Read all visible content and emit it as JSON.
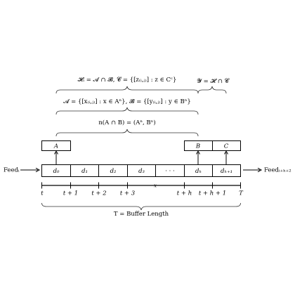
{
  "formulas": {
    "h_def": "𝓗ᵢ = 𝓐 ∩ 𝓑, 𝓒 = {[z₍ᵢ,ⱼ₎] : z ∈ Cᶜ}",
    "y_def": "𝓨 = 𝓗 ∩ 𝓒",
    "a_b_def": "𝓐 = {[x₍ᵢ,ⱼ₎] : x ∈ Aⁿ}, 𝓑 = {[y₍ᵢ,ⱼ₎] : y ∈ Bⁿ}",
    "n_def": "n(A ∩ B) = (Aⁿ, Bⁿ)"
  },
  "sets": {
    "a": "A",
    "b": "B",
    "c": "C"
  },
  "feed_in": "Feedᵢ",
  "feed_out": "Feedᵢ₊ₕ₊₂",
  "cells": [
    "d₀",
    "d₁",
    "d₂",
    "d₃",
    "· · ·",
    "dₕ",
    "dₕ₊₁"
  ],
  "ticks": [
    "t",
    "t + 1",
    "t + 2",
    "t + 3",
    "t + h",
    "t + h + 1",
    "T"
  ],
  "axis_var": "x",
  "buffer_label": "T = Buffer Length"
}
